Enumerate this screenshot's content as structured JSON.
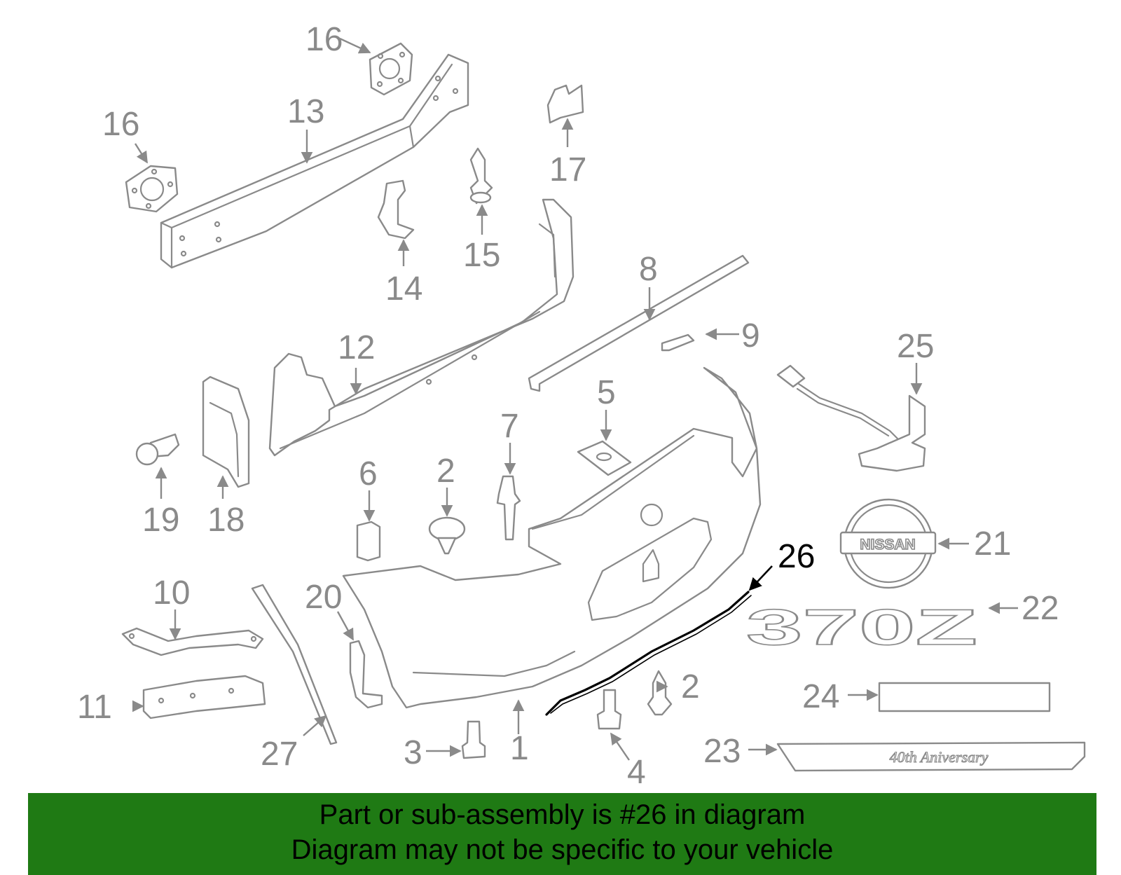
{
  "diagram": {
    "highlight_color": "#000000",
    "part_color": "#8a8a8a",
    "labels": {
      "p1": "1",
      "p2a": "2",
      "p2b": "2",
      "p3": "3",
      "p4": "4",
      "p5": "5",
      "p6": "6",
      "p7": "7",
      "p8": "8",
      "p9": "9",
      "p10": "10",
      "p11": "11",
      "p12": "12",
      "p13": "13",
      "p14": "14",
      "p15": "15",
      "p16a": "16",
      "p16b": "16",
      "p17": "17",
      "p18": "18",
      "p19": "19",
      "p20": "20",
      "p21": "21",
      "p22": "22",
      "p23": "23",
      "p24": "24",
      "p25": "25",
      "p26": "26",
      "p27": "27"
    },
    "emblems": {
      "brand": "NISSAN",
      "model": "370Z",
      "edition": "40th Aniversary"
    }
  },
  "footer": {
    "background": "#1f7a14",
    "line1": "Part or sub-assembly is #26 in diagram",
    "line2": "Diagram may not be specific to your vehicle"
  }
}
